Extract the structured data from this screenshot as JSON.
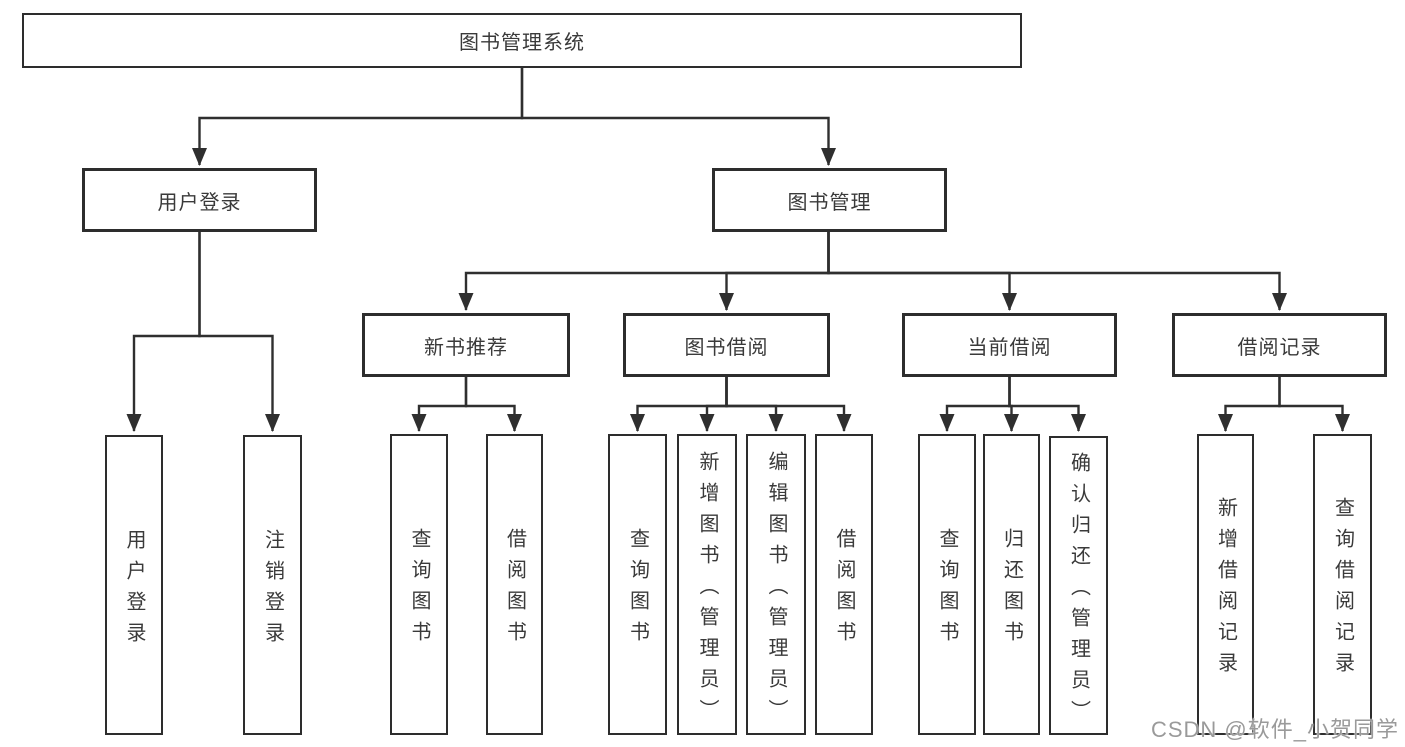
{
  "diagram": {
    "type": "function-structure-tree",
    "tree": {
      "label": "图书管理系统",
      "children": [
        {
          "label": "用户登录",
          "children": [
            {
              "label": "用户登录"
            },
            {
              "label": "注销登录"
            }
          ]
        },
        {
          "label": "图书管理",
          "children": [
            {
              "label": "新书推荐",
              "children": [
                {
                  "label": "查询图书"
                },
                {
                  "label": "借阅图书"
                }
              ]
            },
            {
              "label": "图书借阅",
              "children": [
                {
                  "label": "查询图书"
                },
                {
                  "label": "新增图书（管理员）"
                },
                {
                  "label": "编辑图书（管理员）"
                },
                {
                  "label": "借阅图书"
                }
              ]
            },
            {
              "label": "当前借阅",
              "children": [
                {
                  "label": "查询图书"
                },
                {
                  "label": "归还图书"
                },
                {
                  "label": "确认归还（管理员）"
                }
              ]
            },
            {
              "label": "借阅记录",
              "children": [
                {
                  "label": "新增借阅记录"
                },
                {
                  "label": "查询借阅记录"
                }
              ]
            }
          ]
        }
      ]
    },
    "colors": {
      "line": "#2f2f2f",
      "box_border": "#2d2d2d",
      "box_fill": "#ffffff",
      "text": "#3a3a3a",
      "watermark": "#9a9a9a",
      "background": "#ffffff"
    }
  },
  "watermark": "CSDN @软件_小贺同学"
}
